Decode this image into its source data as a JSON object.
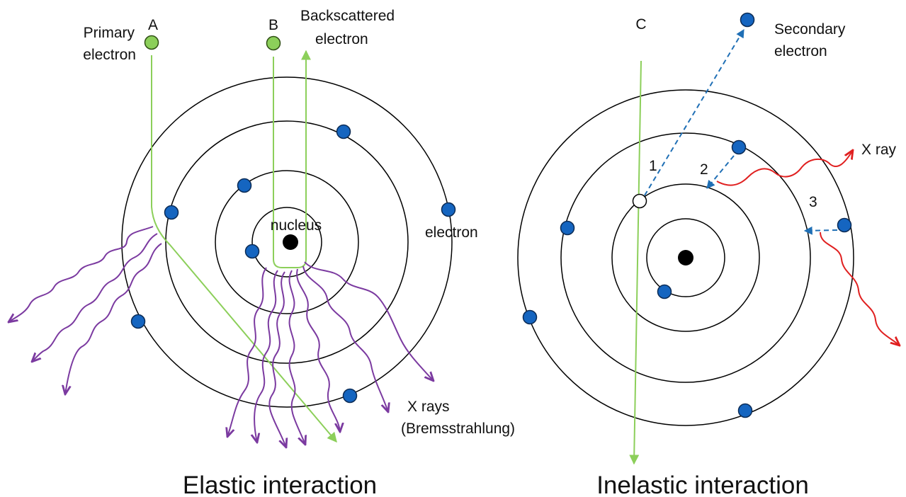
{
  "elastic": {
    "label_a": "A",
    "label_b": "B",
    "primary_electron": [
      "Primary",
      "electron"
    ],
    "backscattered_electron": [
      "Backscattered",
      "electron"
    ],
    "nucleus": "nucleus",
    "electron": "electron",
    "x_rays": [
      "X rays",
      "(Bremsstrahlung)"
    ],
    "caption": "Elastic interaction"
  },
  "inelastic": {
    "label_c": "C",
    "secondary_electron": [
      "Secondary",
      "electron"
    ],
    "x_ray": "X ray",
    "step_1": "1",
    "step_2": "2",
    "step_3": "3",
    "caption": "Inelastic interaction"
  },
  "colors": {
    "orbital_electron": "#1565c0",
    "incident_electron": "#8ccf5a",
    "bremsstrahlung": "#7b3aa0",
    "characteristic_xray": "#e02020",
    "transition_arrow": "#1f6fb5"
  }
}
